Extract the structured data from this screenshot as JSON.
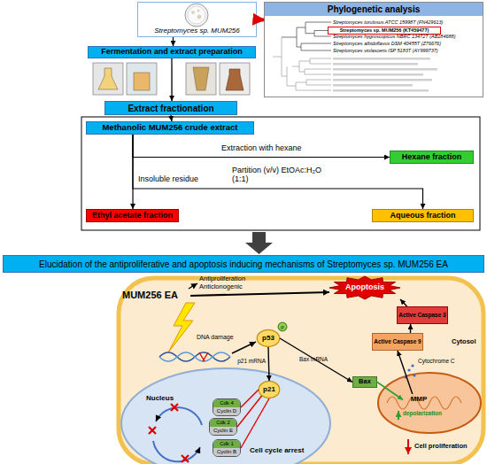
{
  "diagram": {
    "nodes": [
      {
        "text": [
          "Streptomyces sp. MUM256"
        ]
      },
      {
        "text": [
          "Phylogenetic analysis"
        ]
      },
      {
        "text": [
          "Streptomyces sp. MUM256 (KT459477)"
        ],
        "in": 1
      },
      {
        "text": [
          "Fermentation and extract preparation"
        ]
      },
      {
        "text": [
          "Extract fractionation"
        ]
      },
      {
        "text": [
          "Methanolic MUM256 crude extract"
        ]
      },
      {
        "text": [
          "Hexane fraction"
        ]
      },
      {
        "text": [
          "Ethyl acetate fraction"
        ]
      },
      {
        "text": [
          "Aqueous fraction"
        ]
      },
      {
        "text": [
          "Elucidation of the antiproliferative and apoptosis inducing mechanisms of Streptomyces sp. MUM256 EA"
        ]
      },
      {
        "text": [
          "Apoptosis"
        ]
      },
      {
        "text": [
          "Active Caspase 3"
        ]
      },
      {
        "text": [
          "Active Caspase 9"
        ]
      },
      {
        "text": [
          "p53"
        ]
      },
      {
        "text": [
          "p"
        ]
      },
      {
        "text": [
          "p21"
        ]
      },
      {
        "text": [
          "Bax"
        ]
      },
      {
        "text": [
          "MMP"
        ]
      },
      {
        "text": [
          "Cdk 4",
          "Cyclin D"
        ]
      },
      {
        "text": [
          "Cdk 2",
          "Cyclin E"
        ]
      },
      {
        "text": [
          "Cdk 1",
          "Cyclin B"
        ]
      }
    ],
    "edges": [
      {
        "from": 0,
        "to": 1,
        "arrow": "to"
      },
      {
        "from": 0,
        "to": 3,
        "arrow": "to"
      },
      {
        "from": 3,
        "to": 4,
        "arrow": "to"
      },
      {
        "from": 4,
        "to": 5,
        "arrow": "to"
      },
      {
        "from": 5,
        "to": 6,
        "arrow": "to"
      },
      {
        "from": 5,
        "to": 7,
        "arrow": "to"
      },
      {
        "from": 5,
        "to": 8,
        "arrow": "to"
      },
      {
        "from": 11,
        "to": 10,
        "arrow": "to"
      },
      {
        "from": 12,
        "to": 11,
        "arrow": "to"
      },
      {
        "from": 17,
        "to": 12,
        "arrow": "to"
      },
      {
        "from": 16,
        "to": 17,
        "arrow": "to"
      },
      {
        "from": 13,
        "to": 15,
        "arrow": "to"
      },
      {
        "from": 13,
        "to": 16,
        "arrow": "to"
      },
      {
        "from": 15,
        "to": 18,
        "arrow": "none"
      },
      {
        "from": 15,
        "to": 19,
        "arrow": "none"
      },
      {
        "from": 15,
        "to": 20,
        "arrow": "none"
      }
    ],
    "labels": [
      "Streptomyces torulosus ATCC 15998T (FN429613)",
      "Streptomyces hygroscopicus NBRC 13472T (AB184688)",
      "Streptomyces albidoflavus DSM 40455T (Z76676)",
      "Streptomyces violascens ISP 5183T (AY999737)",
      "Extraction with hexane",
      "Insoluble residue",
      "Partition (v/v) EtOAc:H₂O (1:1)",
      "MUM256 EA",
      "Antiproliferation",
      "Anticlonogenic",
      "DNA damage",
      "p21 mRNA",
      "Bax mRNA",
      "Nucleus",
      "Cytochrome C",
      "Cytosol",
      "depolarization",
      "Cell proliferation",
      "Cell cycle arrest"
    ]
  }
}
